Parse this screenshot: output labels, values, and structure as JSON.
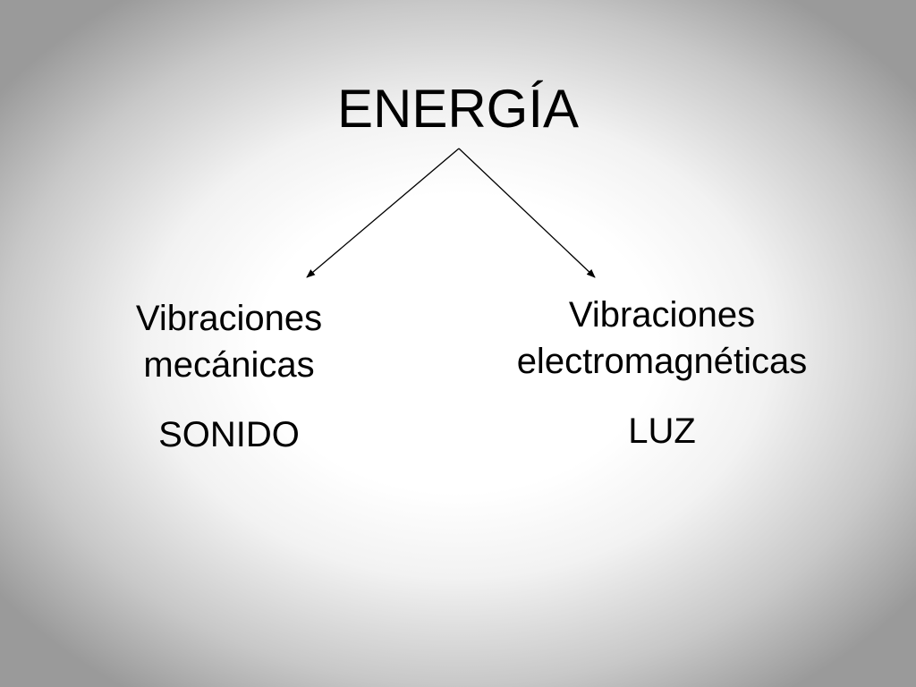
{
  "title": "ENERGÍA",
  "branches": [
    {
      "line1": "Vibraciones",
      "line2": "mecánicas",
      "label": "SONIDO"
    },
    {
      "line1": "Vibraciones",
      "line2": "electromagnéticas",
      "label": "LUZ"
    }
  ],
  "colors": {
    "text": "#000000",
    "arrow": "#000000",
    "background_center": "#ffffff",
    "background_edge": "#9a9a9a"
  }
}
